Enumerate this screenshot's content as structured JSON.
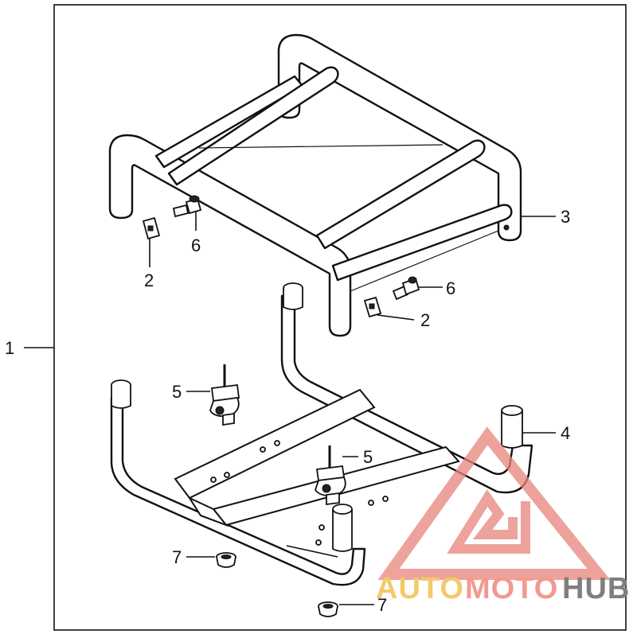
{
  "callouts": {
    "c1": "1",
    "c2a": "2",
    "c2b": "2",
    "c3": "3",
    "c4": "4",
    "c5a": "5",
    "c5b": "5",
    "c6a": "6",
    "c6b": "6",
    "c7a": "7",
    "c7b": "7"
  },
  "watermark": {
    "part1": "AUTO",
    "part2": "MOTO",
    "part3": "HUB",
    "color1": "#f4c96a",
    "color2": "#f29a8f",
    "color3": "#7f7f7f",
    "logo_color": "#e8847a"
  }
}
